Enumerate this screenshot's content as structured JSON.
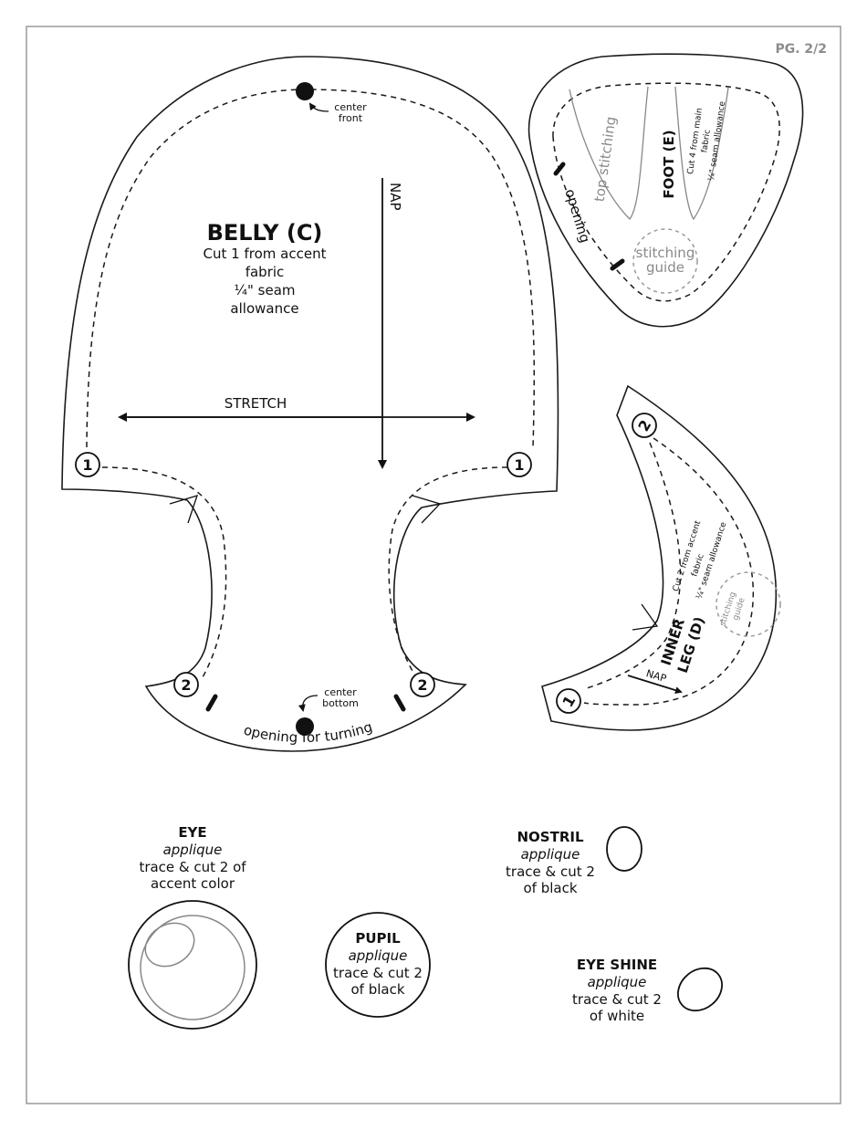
{
  "page_number": "PG. 2/2",
  "belly": {
    "title": "BELLY (C)",
    "lines": [
      "Cut 1 from accent",
      "fabric",
      "¼\" seam",
      "allowance"
    ],
    "nap": "NAP",
    "stretch": "STRETCH",
    "center_front": [
      "center",
      "front"
    ],
    "center_bottom": [
      "center",
      "bottom"
    ],
    "opening": "opening for turning",
    "marker_1": "1",
    "marker_2": "2"
  },
  "foot": {
    "title": "FOOT (E)",
    "line1": "Cut 4 from main",
    "line2": "fabric",
    "line3": "¼\" seam allowance",
    "top_stitching": "top stitching",
    "opening": "opening",
    "stitching_guide": [
      "stitching",
      "guide"
    ]
  },
  "inner_leg": {
    "title": [
      "INNER",
      "LEG (D)"
    ],
    "line1": "Cut 2 from accent",
    "line2": "fabric",
    "line3": "¼\" seam allowance",
    "stitching_guide": [
      "stitching",
      "guide"
    ],
    "nap": "NAP",
    "marker_1": "1",
    "marker_2": "2"
  },
  "eye": {
    "title": "EYE",
    "subtitle": "applique",
    "lines": [
      "trace & cut 2 of",
      "accent color"
    ]
  },
  "pupil": {
    "title": "PUPIL",
    "subtitle": "applique",
    "lines": [
      "trace & cut 2",
      "of black"
    ]
  },
  "nostril": {
    "title": "NOSTRIL",
    "subtitle": "applique",
    "lines": [
      "trace & cut 2",
      "of black"
    ]
  },
  "eye_shine": {
    "title": "EYE SHINE",
    "subtitle": "applique",
    "lines": [
      "trace & cut 2",
      "of white"
    ]
  }
}
